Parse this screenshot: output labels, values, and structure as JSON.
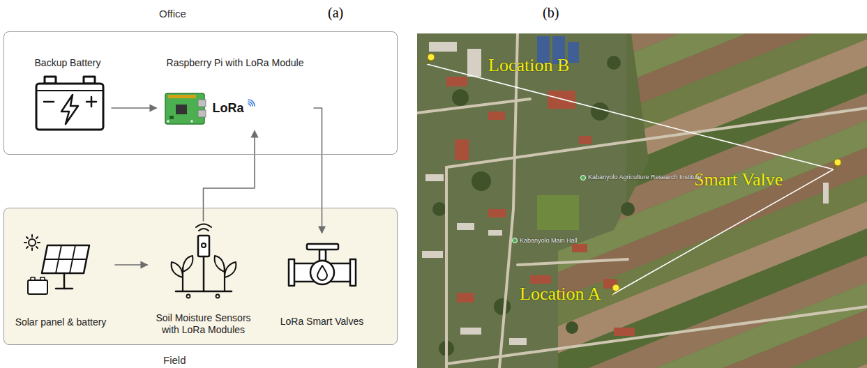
{
  "diagram": {
    "nodes": [
      {
        "text": [
          "Office"
        ]
      },
      {
        "text": [
          "Backup Battery"
        ],
        "in": 0
      },
      {
        "text": [
          "Raspberry Pi with LoRa Module",
          "LoRa"
        ],
        "in": 0
      },
      {
        "text": [
          "Field"
        ]
      },
      {
        "text": [
          "Solar panel & battery"
        ],
        "in": 3
      },
      {
        "text": [
          "Soil Moisture Sensors with LoRa Modules"
        ],
        "in": 3
      },
      {
        "text": [
          "LoRa Smart Valves"
        ],
        "in": 3
      }
    ],
    "edges": [
      {
        "from": 1,
        "to": 2,
        "arrow": "to"
      },
      {
        "from": 4,
        "to": 5,
        "arrow": "to"
      },
      {
        "from": 5,
        "to": 2,
        "arrow": "to"
      },
      {
        "from": 2,
        "to": 6,
        "arrow": "to"
      }
    ],
    "labels": [
      "(a)",
      "(b)",
      "Location B",
      "Smart Valve",
      "Location A",
      "Kabanyolo Agriculture Research Institute",
      "Kabanyolo Main Hall"
    ]
  }
}
